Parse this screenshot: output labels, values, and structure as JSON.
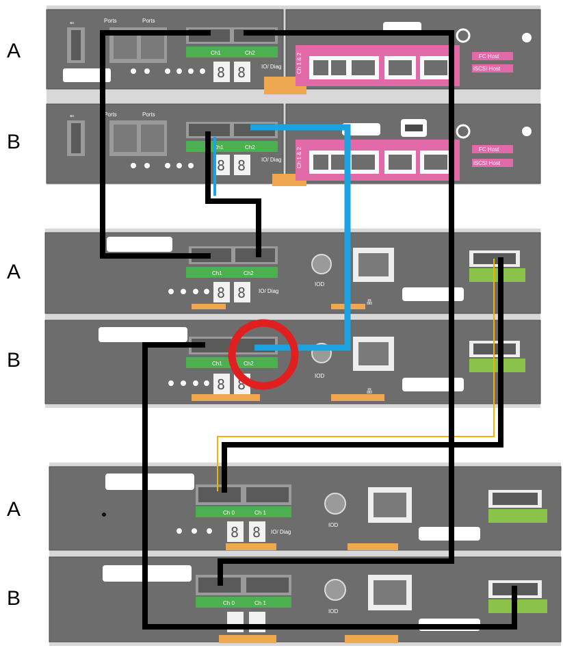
{
  "row_labels": [
    "A",
    "B",
    "A",
    "B",
    "A",
    "B"
  ],
  "controller": {
    "port_labels": [
      "Ports",
      "Ports"
    ],
    "port_labels_b": [
      "Ports",
      "Ports"
    ],
    "ch_labels": [
      "Ch1",
      "Ch2"
    ],
    "ch_labels_b": [
      "Ch1",
      "Ch2"
    ],
    "diag_label": "IO/ Diag",
    "hic_labels": [
      "FC Host",
      "iSCSI Host"
    ],
    "hic_ch_label": "Ch 1 & 2",
    "seg_digits": [
      "8",
      "8"
    ]
  },
  "drive_shelf": {
    "ch_labels": [
      "Ch1",
      "Ch2"
    ],
    "diag_label": "IO/ Diag",
    "iod_label": "IOD",
    "seg_digits": [
      "8",
      "8"
    ]
  },
  "drive_shelf_lower": {
    "ch_labels": [
      "Ch 0",
      "Ch 1"
    ],
    "diag_label": "IO/ Diag",
    "iod_label": "IOD",
    "seg_digits": [
      "8",
      "8"
    ]
  },
  "colors": {
    "chassis": "#6d6d6d",
    "chassis_dark": "#4a4a4a",
    "port_green": "#4caf50",
    "hic_pink": "#e36aa8",
    "cable_black": "#000000",
    "cable_blue": "#1aa3e0",
    "highlight_red": "#e02020",
    "latch_orange": "#f0a850"
  }
}
